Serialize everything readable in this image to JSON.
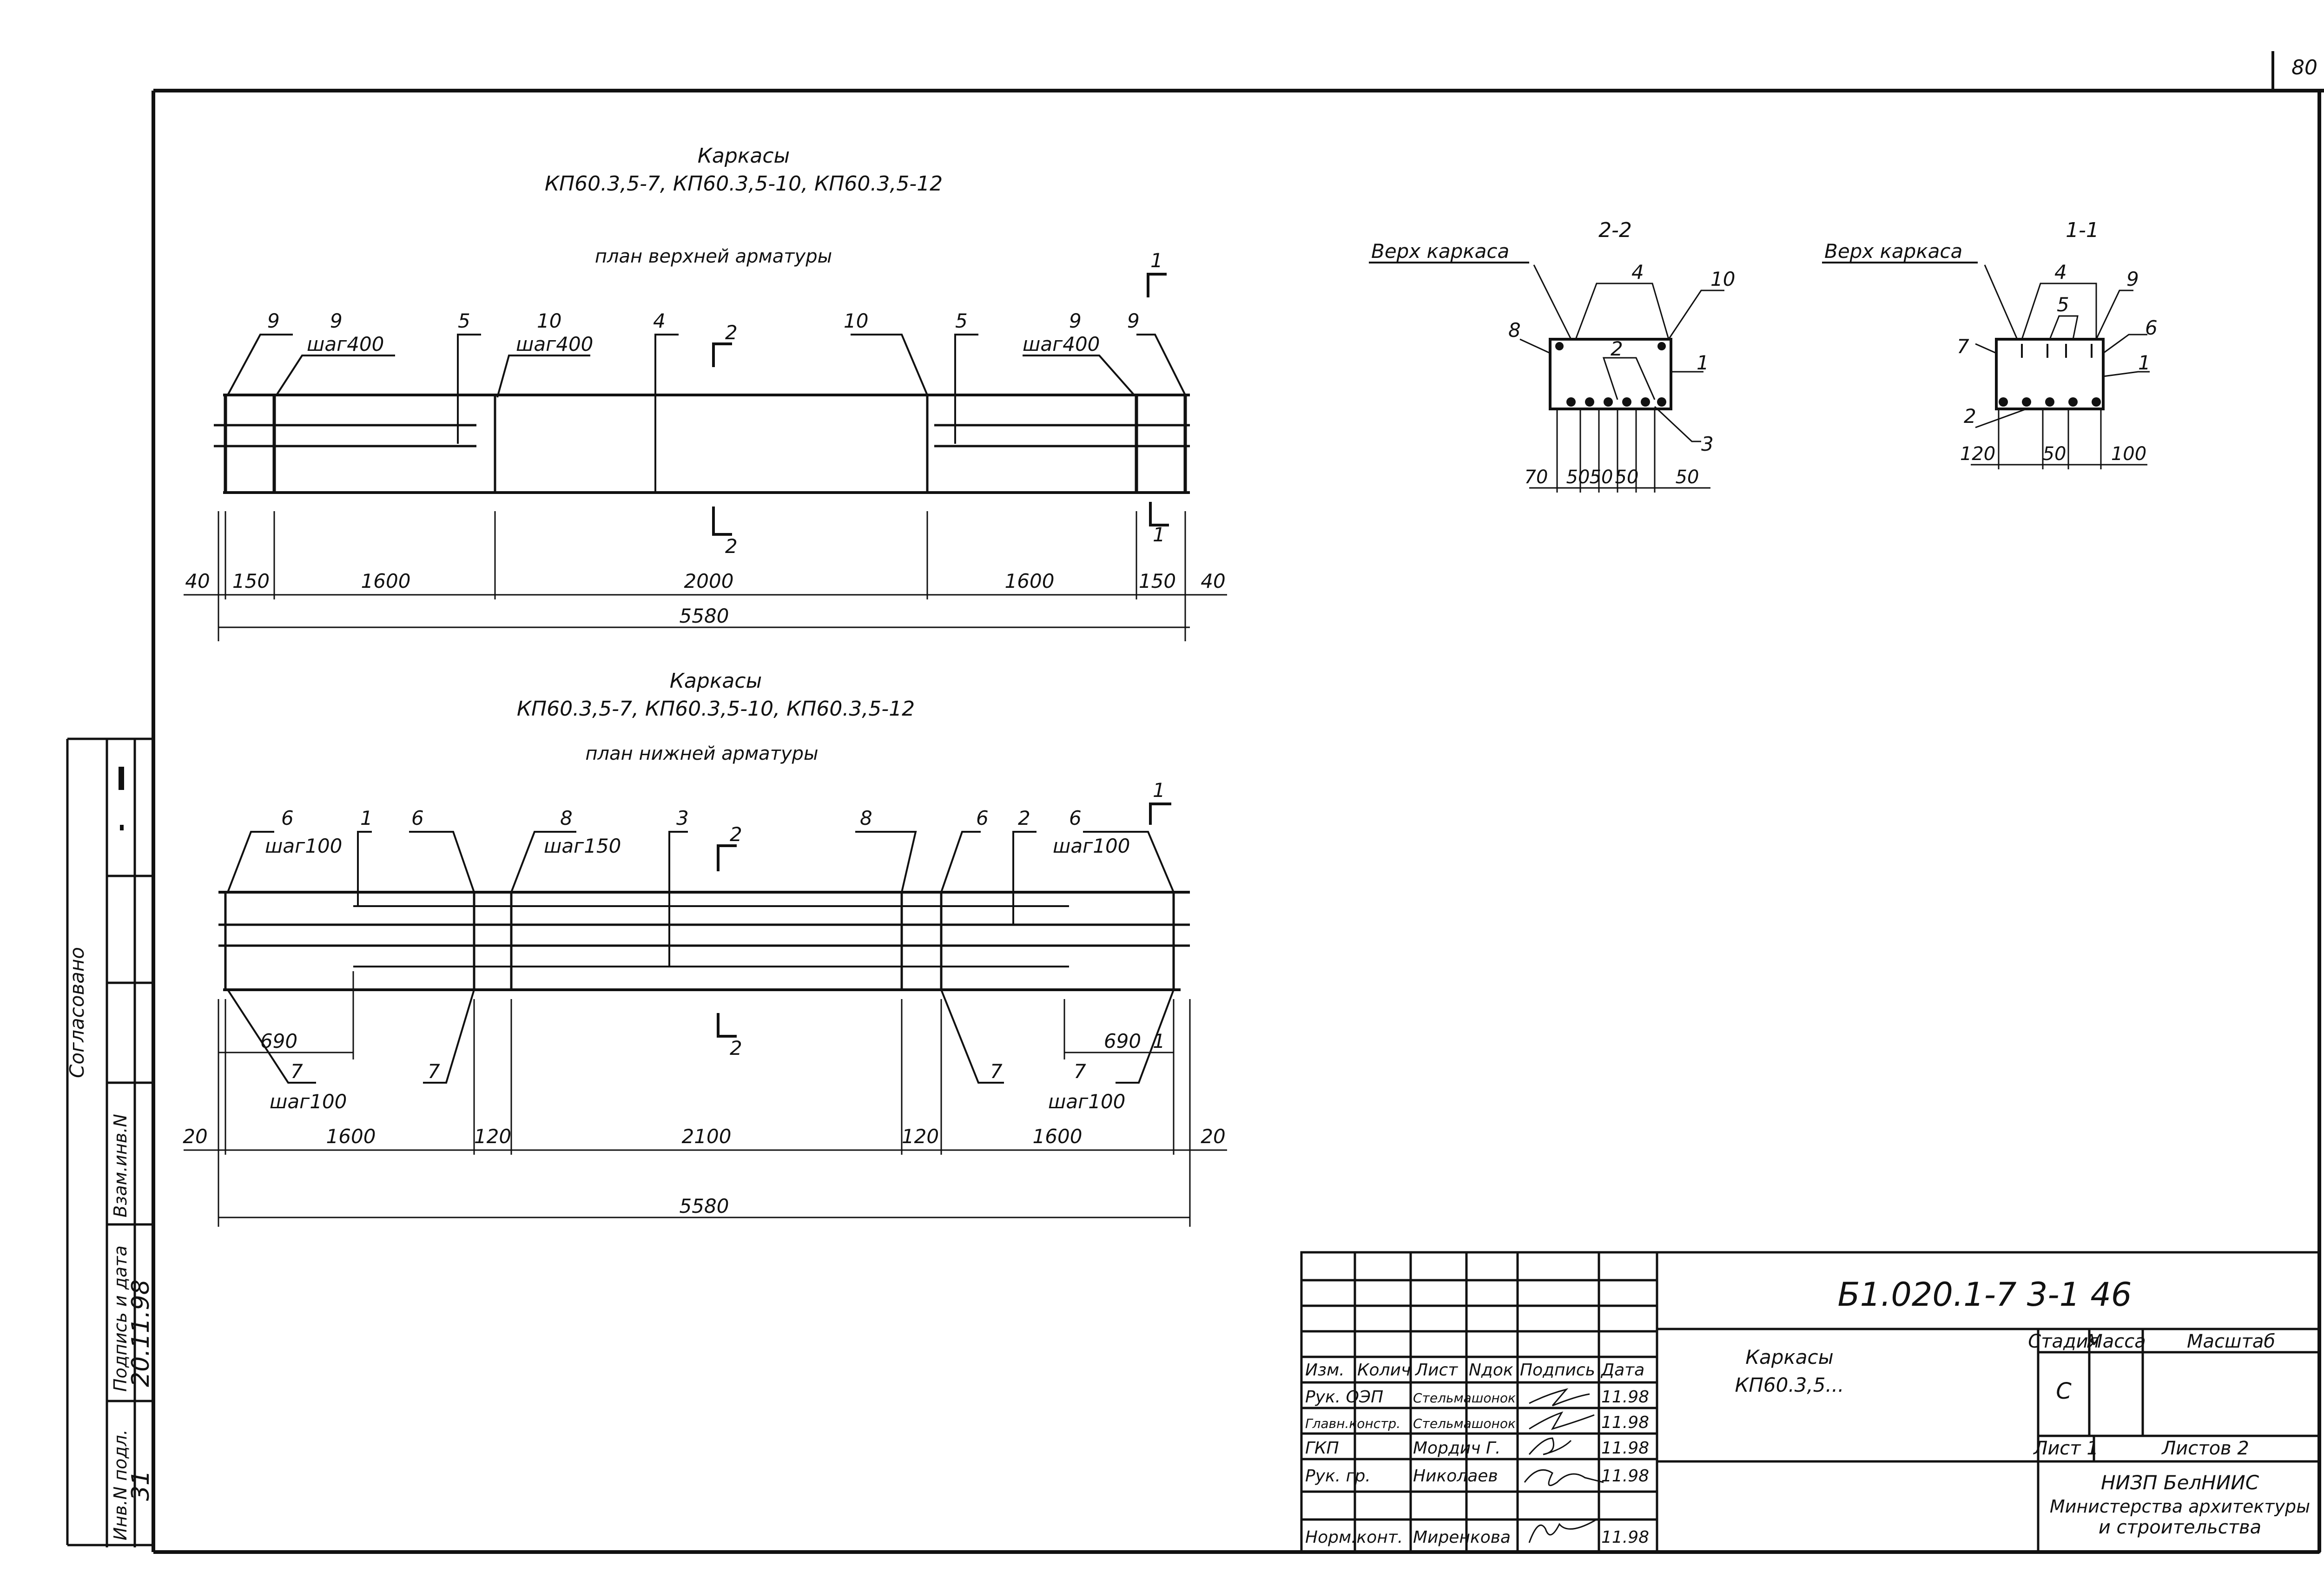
{
  "sheet_number": "80",
  "top_plan": {
    "title_1": "Каркасы",
    "title_2": "КП60.3,5-7, КП60.3,5-10, КП60.3,5-12",
    "subtitle": "план верхней арматуры",
    "callouts": [
      "9",
      "9",
      "шаг400",
      "5",
      "10",
      "шаг400",
      "4",
      "10",
      "5",
      "9",
      "шаг400",
      "9"
    ],
    "section_marks": [
      "1",
      "2",
      "2",
      "1"
    ],
    "dims": [
      "40",
      "150",
      "1600",
      "2000",
      "1600",
      "150",
      "40"
    ],
    "total": "5580"
  },
  "bottom_plan": {
    "title_1": "Каркасы",
    "title_2": "КП60.3,5-7, КП60.3,5-10, КП60.3,5-12",
    "subtitle": "план нижней арматуры",
    "callouts_top": [
      "6",
      "шаг100",
      "1",
      "6",
      "8",
      "шаг150",
      "3",
      "8",
      "6",
      "2",
      "6",
      "шаг100"
    ],
    "callouts_bottom": [
      "690",
      "7",
      "шаг100",
      "7",
      "7",
      "690",
      "7",
      "шаг100",
      "1"
    ],
    "section_marks": [
      "1",
      "2",
      "2"
    ],
    "dims": [
      "20",
      "1600",
      "120",
      "2100",
      "120",
      "1600",
      "20"
    ],
    "total": "5580"
  },
  "section_22": {
    "title": "2-2",
    "top_label": "Верх каркаса",
    "callouts": [
      "4",
      "10",
      "8",
      "2",
      "1",
      "3"
    ],
    "dims": [
      "70",
      "50",
      "50",
      "50",
      "50"
    ]
  },
  "section_11": {
    "title": "1-1",
    "top_label": "Верх каркаса",
    "callouts": [
      "4",
      "9",
      "5",
      "6",
      "7",
      "1",
      "2"
    ],
    "dims": [
      "120",
      "50",
      "100"
    ]
  },
  "side_stamp": {
    "agreed": "Согласовано",
    "inv_zam": "Взам.инв.N",
    "sign_date": "Подпись и дата",
    "inv_podl": "Инв.N подл.",
    "inv_value": "31",
    "date_value": "20.11.98"
  },
  "title_block": {
    "doc_code": "Б1.020.1-7 3-1 46",
    "name_1": "Каркасы",
    "name_2": "КП60.3,5...",
    "headers": [
      "Изм.",
      "Колич",
      "Лист",
      "Nдок",
      "Подпись",
      "Дата"
    ],
    "rows": [
      [
        "Рук. ОЭП",
        "Стельмашонок",
        "11.98"
      ],
      [
        "Главн.констр.",
        "Стельмашонок",
        "11.98"
      ],
      [
        "ГКП",
        "Мордич Г.",
        "11.98"
      ],
      [
        "Рук. гр.",
        "Николаев",
        "11.98"
      ],
      [
        "Норм.конт.",
        "Миренкова",
        "11.98"
      ]
    ],
    "stage_label": "Стадия",
    "mass_label": "Масса",
    "scale_label": "Масштаб",
    "stage_value": "С",
    "sheet_label": "Лист 1",
    "sheets_label": "Листов 2",
    "org_1": "НИЗП БелНИИС",
    "org_2": "Министерства архитектуры",
    "org_3": "и строительства"
  }
}
